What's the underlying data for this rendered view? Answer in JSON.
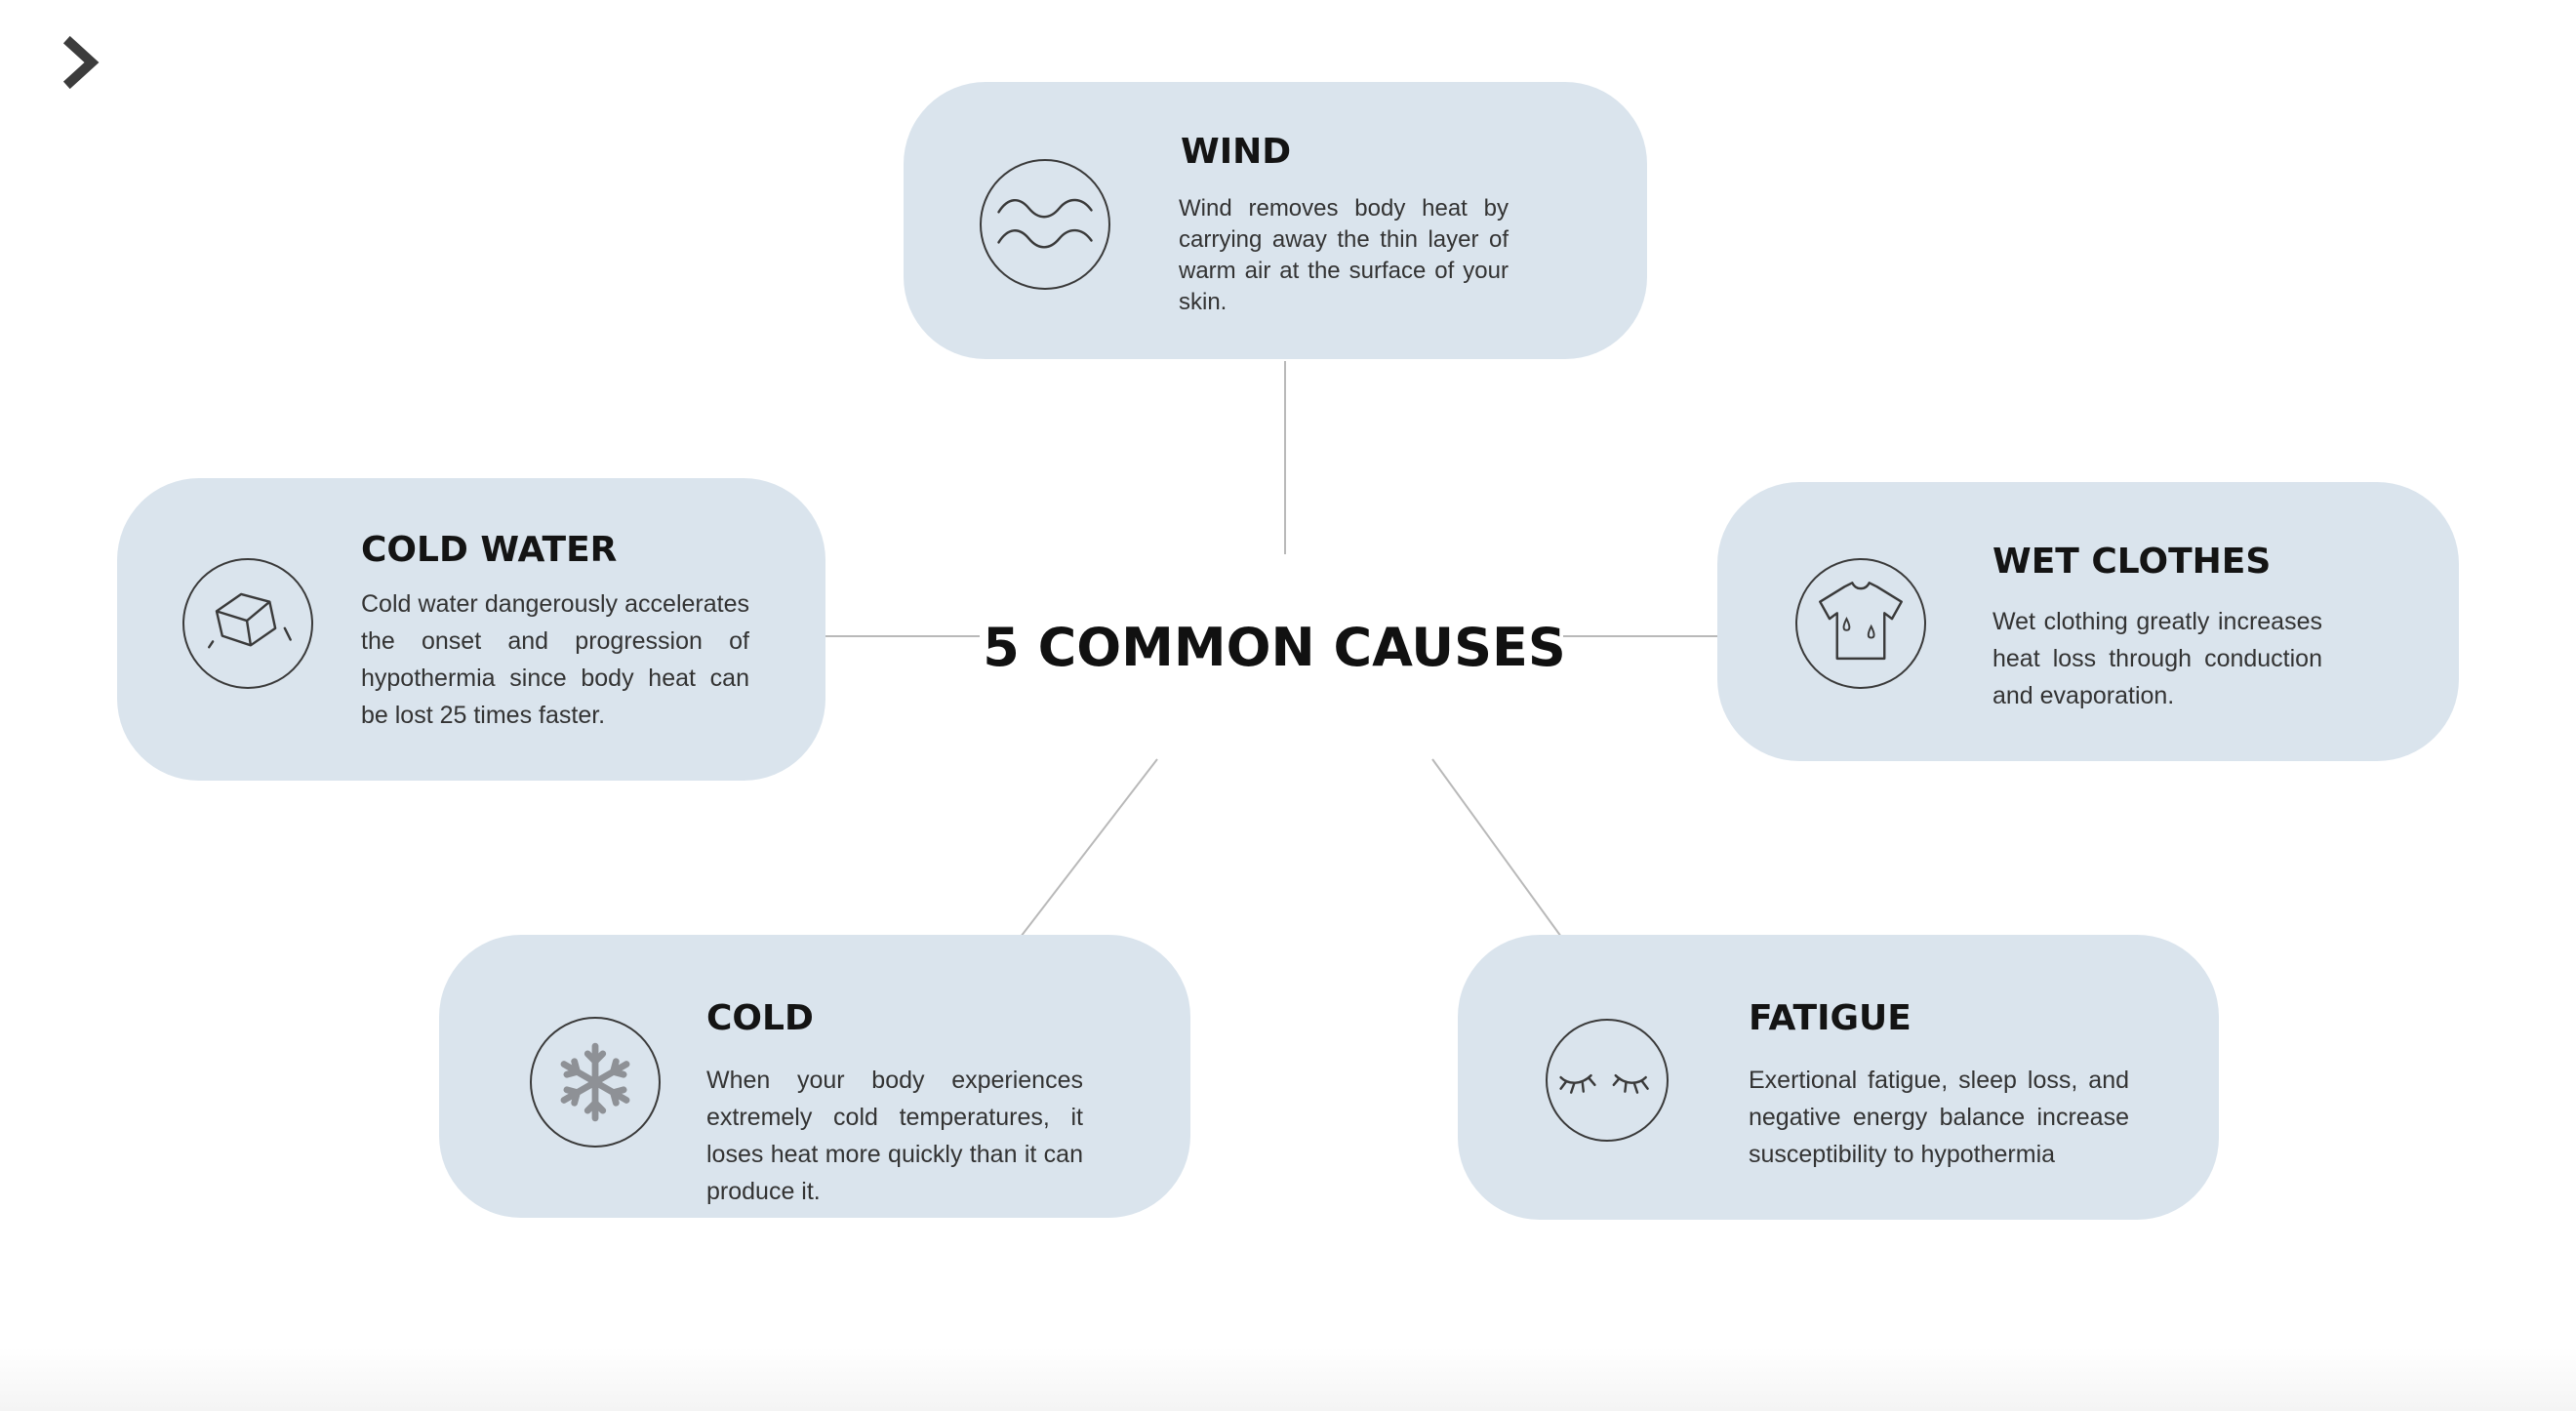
{
  "center_title": "5 COMMON CAUSES",
  "nav": {
    "icon": "chevron-right-icon"
  },
  "colors": {
    "card_background": "#dae4ed",
    "connector_line": "#b9b9b9",
    "snowflake": "#8e9196"
  },
  "causes": [
    {
      "id": "wind",
      "icon": "wind-waves-icon",
      "title": "WIND",
      "description": "Wind removes body heat by carrying away the thin layer of warm air at the surface of your skin."
    },
    {
      "id": "cold-water",
      "icon": "ice-cube-icon",
      "title": "COLD WATER",
      "description": "Cold water dangerously accelerates the onset and progression of hypothermia since body heat can be lost 25 times faster."
    },
    {
      "id": "wet-clothes",
      "icon": "wet-shirt-icon",
      "title": "WET CLOTHES",
      "description": "Wet clothing greatly increases heat loss through conduction and evaporation."
    },
    {
      "id": "cold",
      "icon": "snowflake-icon",
      "title": "COLD",
      "description": "When your body experiences extremely cold temperatures, it loses heat more quickly than it can produce it."
    },
    {
      "id": "fatigue",
      "icon": "closed-eyes-icon",
      "title": "FATIGUE",
      "description": "Exertional fatigue, sleep loss, and negative energy balance increase susceptibility to hypothermia"
    }
  ]
}
